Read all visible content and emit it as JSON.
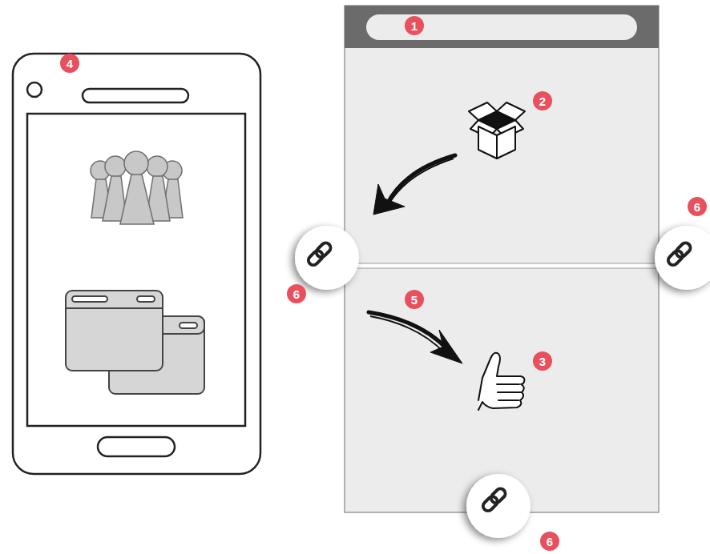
{
  "diagram": {
    "labels": [
      "4",
      "1",
      "2",
      "6",
      "6",
      "5",
      "3",
      "6"
    ]
  }
}
